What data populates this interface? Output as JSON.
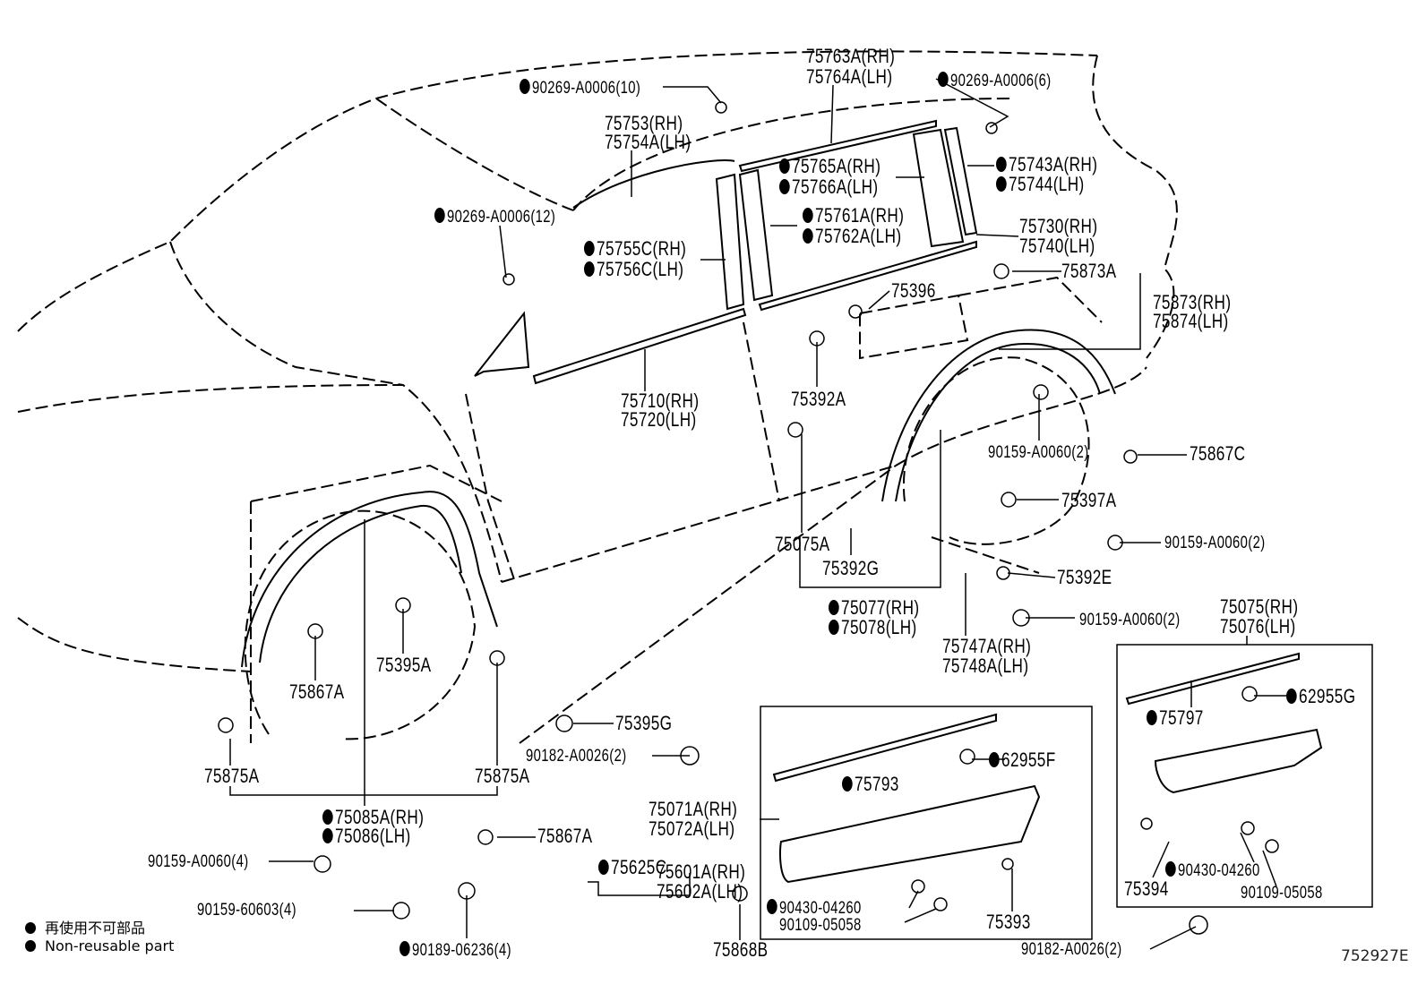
{
  "diagram_id": "752927E",
  "legend": {
    "japanese": "再使用不可部品",
    "english": "Non-reusable part"
  },
  "labels": [
    {
      "text": "90269-A0006(10)",
      "nonreusable": true
    },
    {
      "text": "75763A(RH)"
    },
    {
      "text": "75764A(LH)"
    },
    {
      "text": "90269-A0006(6)",
      "nonreusable": true
    },
    {
      "text": "75753(RH)"
    },
    {
      "text": "75754A(LH)"
    },
    {
      "text": "75765A(RH)",
      "nonreusable": true
    },
    {
      "text": "75766A(LH)",
      "nonreusable": true
    },
    {
      "text": "75743A(RH)",
      "nonreusable": true
    },
    {
      "text": "75744(LH)",
      "nonreusable": true
    },
    {
      "text": "90269-A0006(12)",
      "nonreusable": true
    },
    {
      "text": "75761A(RH)",
      "nonreusable": true
    },
    {
      "text": "75762A(LH)",
      "nonreusable": true
    },
    {
      "text": "75730(RH)"
    },
    {
      "text": "75740(LH)"
    },
    {
      "text": "75755C(RH)",
      "nonreusable": true
    },
    {
      "text": "75756C(LH)",
      "nonreusable": true
    },
    {
      "text": "75873A"
    },
    {
      "text": "75396"
    },
    {
      "text": "75873(RH)"
    },
    {
      "text": "75874(LH)"
    },
    {
      "text": "75710(RH)"
    },
    {
      "text": "75720(LH)"
    },
    {
      "text": "75392A"
    },
    {
      "text": "90159-A0060(2)"
    },
    {
      "text": "75867C"
    },
    {
      "text": "75397A"
    },
    {
      "text": "75075A"
    },
    {
      "text": "90159-A0060(2)"
    },
    {
      "text": "75392G"
    },
    {
      "text": "75392E"
    },
    {
      "text": "75077(RH)",
      "nonreusable": true
    },
    {
      "text": "75078(LH)",
      "nonreusable": true
    },
    {
      "text": "90159-A0060(2)"
    },
    {
      "text": "75075(RH)"
    },
    {
      "text": "75076(LH)"
    },
    {
      "text": "75747A(RH)"
    },
    {
      "text": "75748A(LH)"
    },
    {
      "text": "75395A"
    },
    {
      "text": "75867A"
    },
    {
      "text": "75395G"
    },
    {
      "text": "62955G",
      "nonreusable": true
    },
    {
      "text": "75797",
      "nonreusable": true
    },
    {
      "text": "90182-A0026(2)"
    },
    {
      "text": "62955F",
      "nonreusable": true
    },
    {
      "text": "75875A"
    },
    {
      "text": "75875A"
    },
    {
      "text": "75793",
      "nonreusable": true
    },
    {
      "text": "75085A(RH)",
      "nonreusable": true
    },
    {
      "text": "75086(LH)",
      "nonreusable": true
    },
    {
      "text": "75071A(RH)"
    },
    {
      "text": "75072A(LH)"
    },
    {
      "text": "75867A"
    },
    {
      "text": "90159-A0060(4)"
    },
    {
      "text": "75601A(RH)"
    },
    {
      "text": "75602A(LH)"
    },
    {
      "text": "75625C",
      "nonreusable": true
    },
    {
      "text": "90430-04260",
      "nonreusable": true
    },
    {
      "text": "75394"
    },
    {
      "text": "90109-05058"
    },
    {
      "text": "90159-60603(4)"
    },
    {
      "text": "90430-04260",
      "nonreusable": true
    },
    {
      "text": "90109-05058"
    },
    {
      "text": "75393"
    },
    {
      "text": "75868B"
    },
    {
      "text": "90189-06236(4)",
      "nonreusable": true
    },
    {
      "text": "90182-A0026(2)"
    }
  ]
}
